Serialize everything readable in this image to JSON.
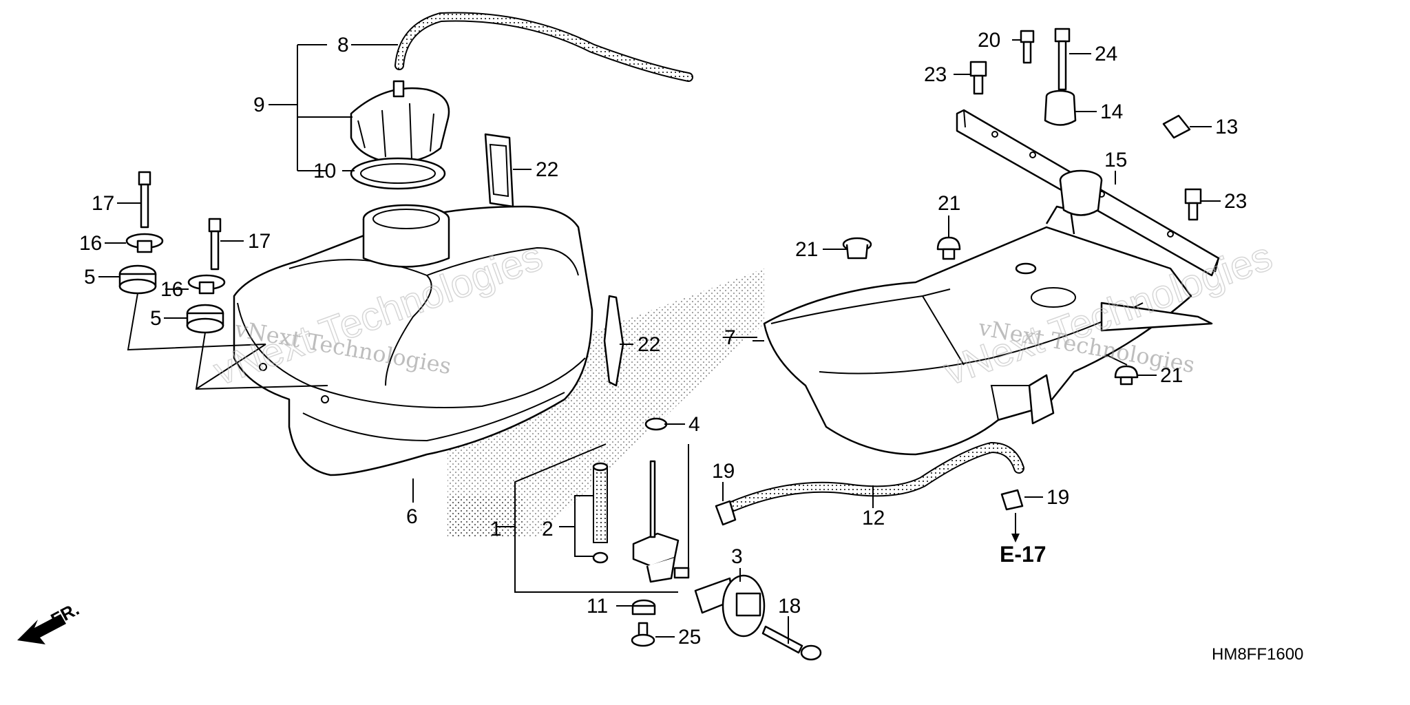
{
  "diagram": {
    "code": "HM8FF1600",
    "front_marker": "FR.",
    "reference": "E-17",
    "watermark": "vNext Technologies",
    "callouts": [
      {
        "id": "c1",
        "label": "1"
      },
      {
        "id": "c2",
        "label": "2"
      },
      {
        "id": "c3",
        "label": "3"
      },
      {
        "id": "c4",
        "label": "4"
      },
      {
        "id": "c5a",
        "label": "5"
      },
      {
        "id": "c5b",
        "label": "5"
      },
      {
        "id": "c6",
        "label": "6"
      },
      {
        "id": "c7",
        "label": "7"
      },
      {
        "id": "c8",
        "label": "8"
      },
      {
        "id": "c9",
        "label": "9"
      },
      {
        "id": "c10",
        "label": "10"
      },
      {
        "id": "c11",
        "label": "11"
      },
      {
        "id": "c12",
        "label": "12"
      },
      {
        "id": "c13",
        "label": "13"
      },
      {
        "id": "c14",
        "label": "14"
      },
      {
        "id": "c15",
        "label": "15"
      },
      {
        "id": "c16a",
        "label": "16"
      },
      {
        "id": "c16b",
        "label": "16"
      },
      {
        "id": "c17a",
        "label": "17"
      },
      {
        "id": "c17b",
        "label": "17"
      },
      {
        "id": "c18",
        "label": "18"
      },
      {
        "id": "c19a",
        "label": "19"
      },
      {
        "id": "c19b",
        "label": "19"
      },
      {
        "id": "c20",
        "label": "20"
      },
      {
        "id": "c21a",
        "label": "21"
      },
      {
        "id": "c21b",
        "label": "21"
      },
      {
        "id": "c21c",
        "label": "21"
      },
      {
        "id": "c22a",
        "label": "22"
      },
      {
        "id": "c22b",
        "label": "22"
      },
      {
        "id": "c23a",
        "label": "23"
      },
      {
        "id": "c23b",
        "label": "23"
      },
      {
        "id": "c24",
        "label": "24"
      },
      {
        "id": "c25",
        "label": "25"
      }
    ]
  }
}
